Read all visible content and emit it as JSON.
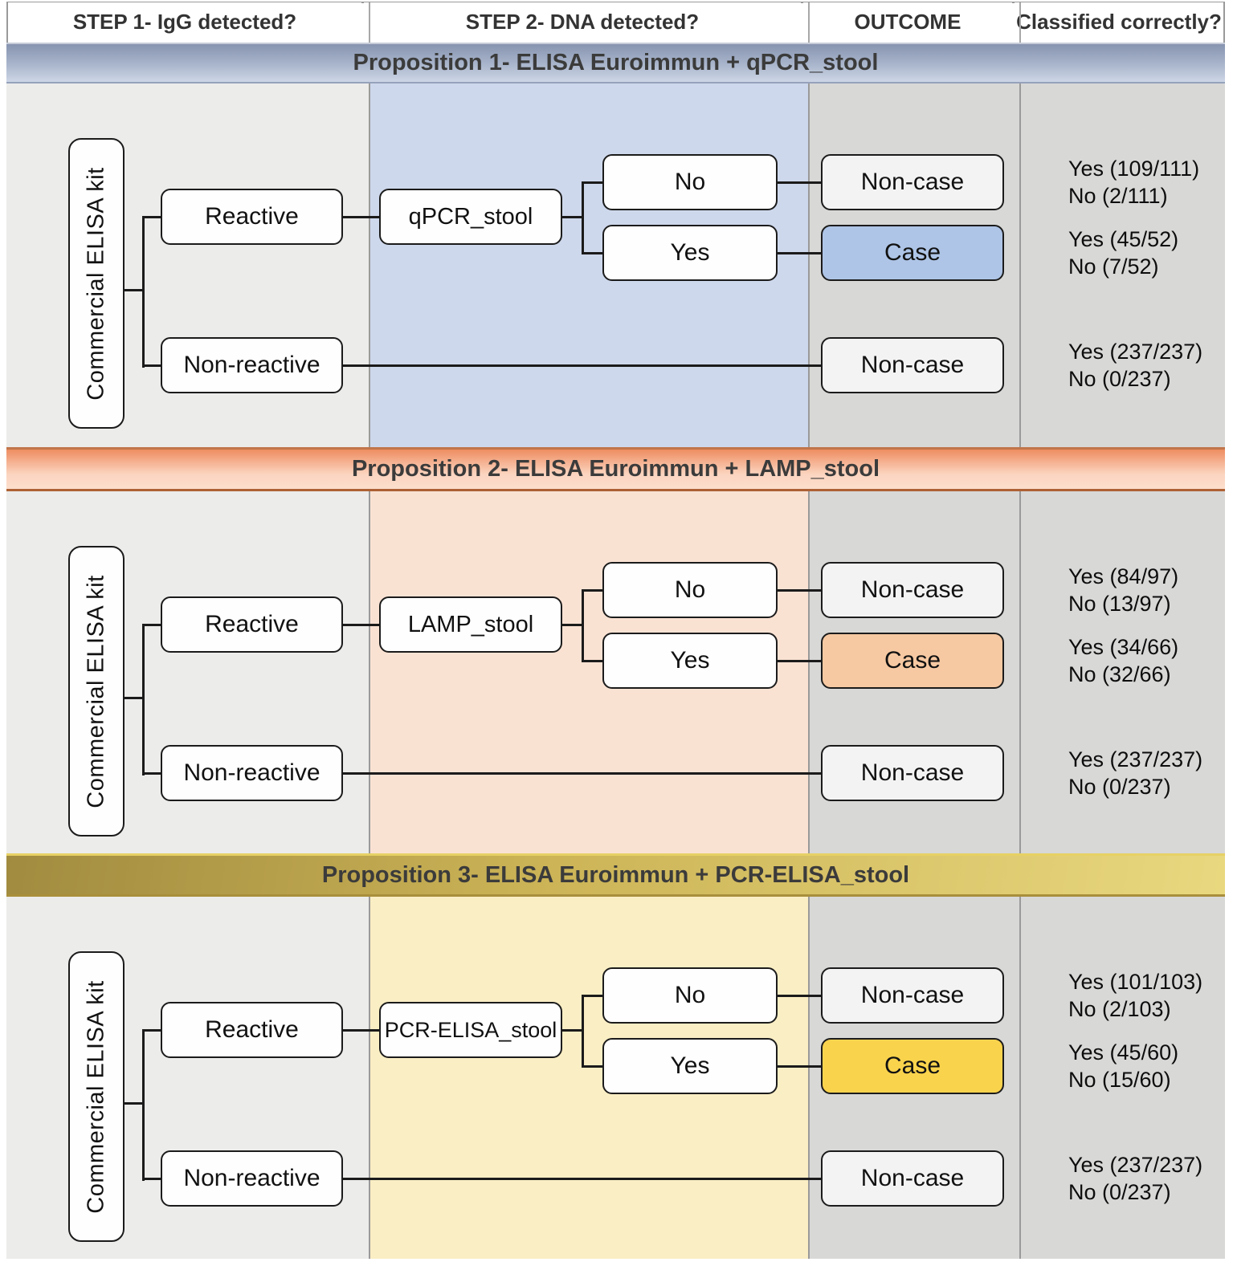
{
  "header": {
    "columns": [
      "STEP 1- IgG detected?",
      "STEP 2- DNA detected?",
      "OUTCOME",
      "Classified correctly?"
    ]
  },
  "sections": [
    {
      "title": "Proposition 1- ELISA Euroimmun + qPCR_stool",
      "nodes": {
        "kit": "Commercial ELISA kit",
        "reactive": "Reactive",
        "non_reactive": "Non-reactive",
        "step2": "qPCR_stool",
        "no": "No",
        "yes": "Yes",
        "outcome_no": "Non-case",
        "outcome_yes": "Case",
        "outcome_non_reactive": "Non-case"
      },
      "stats": [
        {
          "line1": "Yes (109/111)",
          "line2": "No (2/111)"
        },
        {
          "line1": "Yes (45/52)",
          "line2": "No (7/52)"
        },
        {
          "line1": "Yes (237/237)",
          "line2": "No (0/237)"
        }
      ],
      "colors": {
        "band": "#aab6cc",
        "step2_column": "#ced8ec",
        "case_box": "#aec5e7"
      }
    },
    {
      "title": "Proposition 2- ELISA Euroimmun + LAMP_stool",
      "nodes": {
        "kit": "Commercial ELISA kit",
        "reactive": "Reactive",
        "non_reactive": "Non-reactive",
        "step2": "LAMP_stool",
        "no": "No",
        "yes": "Yes",
        "outcome_no": "Non-case",
        "outcome_yes": "Case",
        "outcome_non_reactive": "Non-case"
      },
      "stats": [
        {
          "line1": "Yes (84/97)",
          "line2": "No (13/97)"
        },
        {
          "line1": "Yes (34/66)",
          "line2": "No (32/66)"
        },
        {
          "line1": "Yes (237/237)",
          "line2": "No (0/237)"
        }
      ],
      "colors": {
        "band": "#fbd4bf",
        "step2_column": "#fae2d3",
        "case_box": "#f7c9a2"
      }
    },
    {
      "title": "Proposition 3- ELISA Euroimmun + PCR-ELISA_stool",
      "nodes": {
        "kit": "Commercial ELISA kit",
        "reactive": "Reactive",
        "non_reactive": "Non-reactive",
        "step2": "PCR-ELISA_stool",
        "no": "No",
        "yes": "Yes",
        "outcome_no": "Non-case",
        "outcome_yes": "Case",
        "outcome_non_reactive": "Non-case"
      },
      "stats": [
        {
          "line1": "Yes (101/103)",
          "line2": "No (2/103)"
        },
        {
          "line1": "Yes (45/60)",
          "line2": "No (15/60)"
        },
        {
          "line1": "Yes (237/237)",
          "line2": "No (0/237)"
        }
      ],
      "colors": {
        "band": "#ccb457",
        "step2_column": "#faeec4",
        "case_box": "#fad34d"
      }
    }
  ]
}
